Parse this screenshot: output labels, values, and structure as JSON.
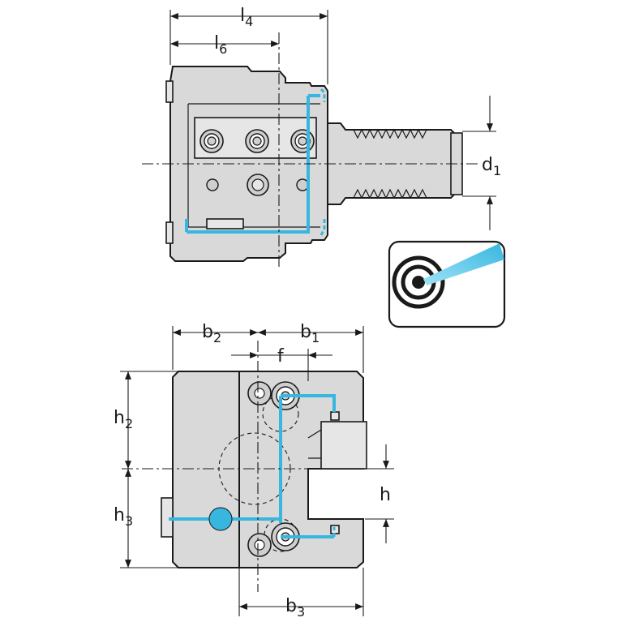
{
  "labels": {
    "l4": "l4",
    "l6": "l6",
    "d1": "d1",
    "b2": "b2",
    "b1": "b1",
    "f": "f",
    "h2": "h2",
    "h3": "h3",
    "h": "h",
    "b3": "b3"
  },
  "label_parts": {
    "l4": [
      "l",
      "4"
    ],
    "l6": [
      "l",
      "6"
    ],
    "d1": [
      "d",
      "1"
    ],
    "b2": [
      "b",
      "2"
    ],
    "b1": [
      "b",
      "1"
    ],
    "h2": [
      "h",
      "2"
    ],
    "h3": [
      "h",
      "3"
    ],
    "b3": [
      "b",
      "3"
    ],
    "f": [
      "f",
      ""
    ],
    "h": [
      "h",
      ""
    ]
  },
  "colors": {
    "coolant": "#37b6df",
    "body": "#d9d9d9",
    "line": "#1a1a1a"
  },
  "icons": {
    "coolant_symbol": "coolant-jet-icon"
  }
}
